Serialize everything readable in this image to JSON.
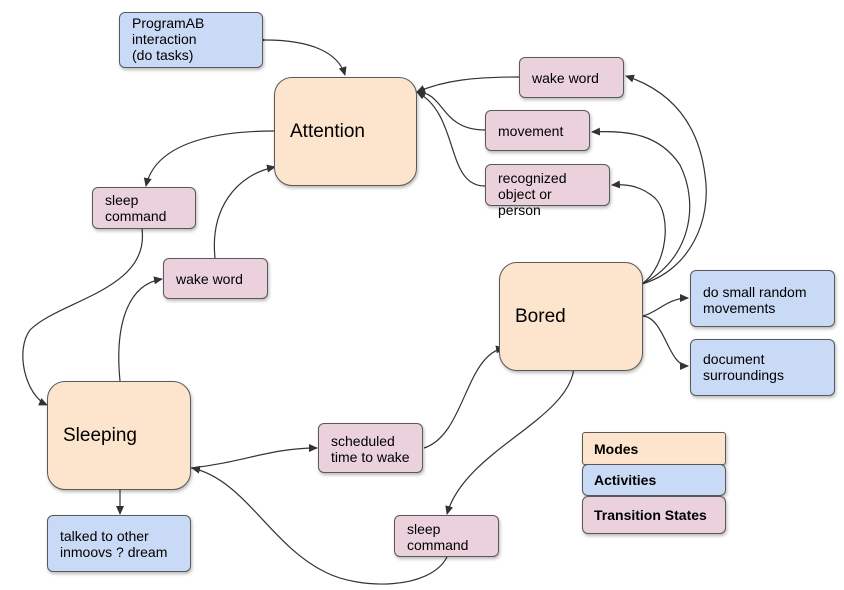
{
  "nodes": {
    "programab": "ProgramAB\ninteraction\n(do tasks)",
    "attention": "Attention",
    "wake_word_top": "wake word",
    "movement": "movement",
    "recognized": "recognized\nobject or person",
    "sleep_command_left": "sleep\ncommand",
    "wake_word_left": "wake word",
    "bored": "Bored",
    "small_movements": "do small random\nmovements",
    "document": "document\nsurroundings",
    "sleeping": "Sleeping",
    "scheduled": "scheduled\ntime to wake",
    "sleep_command_bottom": "sleep\ncommand",
    "dream": "talked to other\ninmoovs ? dream"
  },
  "legend": {
    "modes": "Modes",
    "activities": "Activities",
    "transitions": "Transition States"
  },
  "colors": {
    "mode": "#fde5cd",
    "activity": "#c9daf7",
    "transition": "#ead1dc",
    "border": "#595959",
    "edge": "#333333"
  }
}
